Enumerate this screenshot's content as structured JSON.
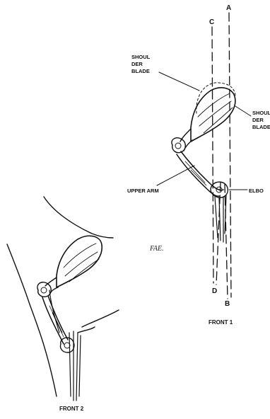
{
  "labels": {
    "line_a": "A",
    "line_b": "B",
    "line_c": "C",
    "line_d": "D",
    "shoulder_blade_left": [
      "SHOUL",
      "DER",
      "BLADE"
    ],
    "shoulder_blade_right": [
      "SHOUL",
      "DER",
      "BLADE"
    ],
    "upper_arm": "UPPER ARM",
    "elbow": "ELBO",
    "front1": "FRONT 1",
    "front2": "FRONT 2",
    "signature": "FAE."
  }
}
